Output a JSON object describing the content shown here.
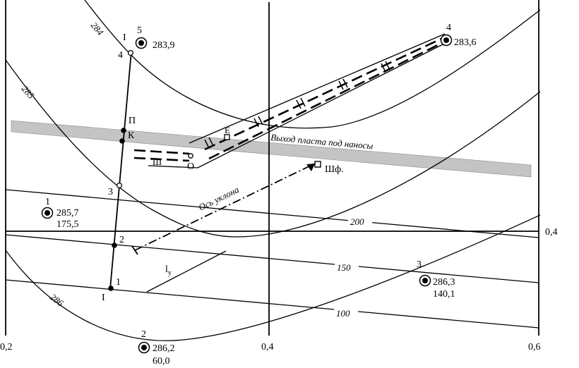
{
  "axis_labels": {
    "x_02": "0,2",
    "x_04": "0,4",
    "x_06": "0,6",
    "y_04": "0,4"
  },
  "contours": {
    "c284": "284",
    "c285": "285",
    "c286": "286"
  },
  "isolines": {
    "i200": "200",
    "i150": "150",
    "i100": "100"
  },
  "wells": [
    {
      "num": "1",
      "line1": "285,7",
      "line2": "175,5"
    },
    {
      "num": "2",
      "line1": "286,2",
      "line2": "60,0"
    },
    {
      "num": "3",
      "line1": "286,3",
      "line2": "140,1"
    },
    {
      "num": "4",
      "line1": "283,6",
      "line2": ""
    },
    {
      "num": "5",
      "line1": "283,9",
      "line2": ""
    }
  ],
  "section": {
    "label_top": "I",
    "label_bottom": "I",
    "points": [
      "4",
      "П",
      "К",
      "3",
      "2",
      "1"
    ]
  },
  "mine": {
    "label_O": "O",
    "label_E": "Е",
    "label_shaft": "Шф.",
    "label_sh": "Ш",
    "outcrop": "Выход пласта под наносы",
    "slope_axis": "Ось уклона",
    "ly": "l",
    "ly_sub": "y"
  }
}
